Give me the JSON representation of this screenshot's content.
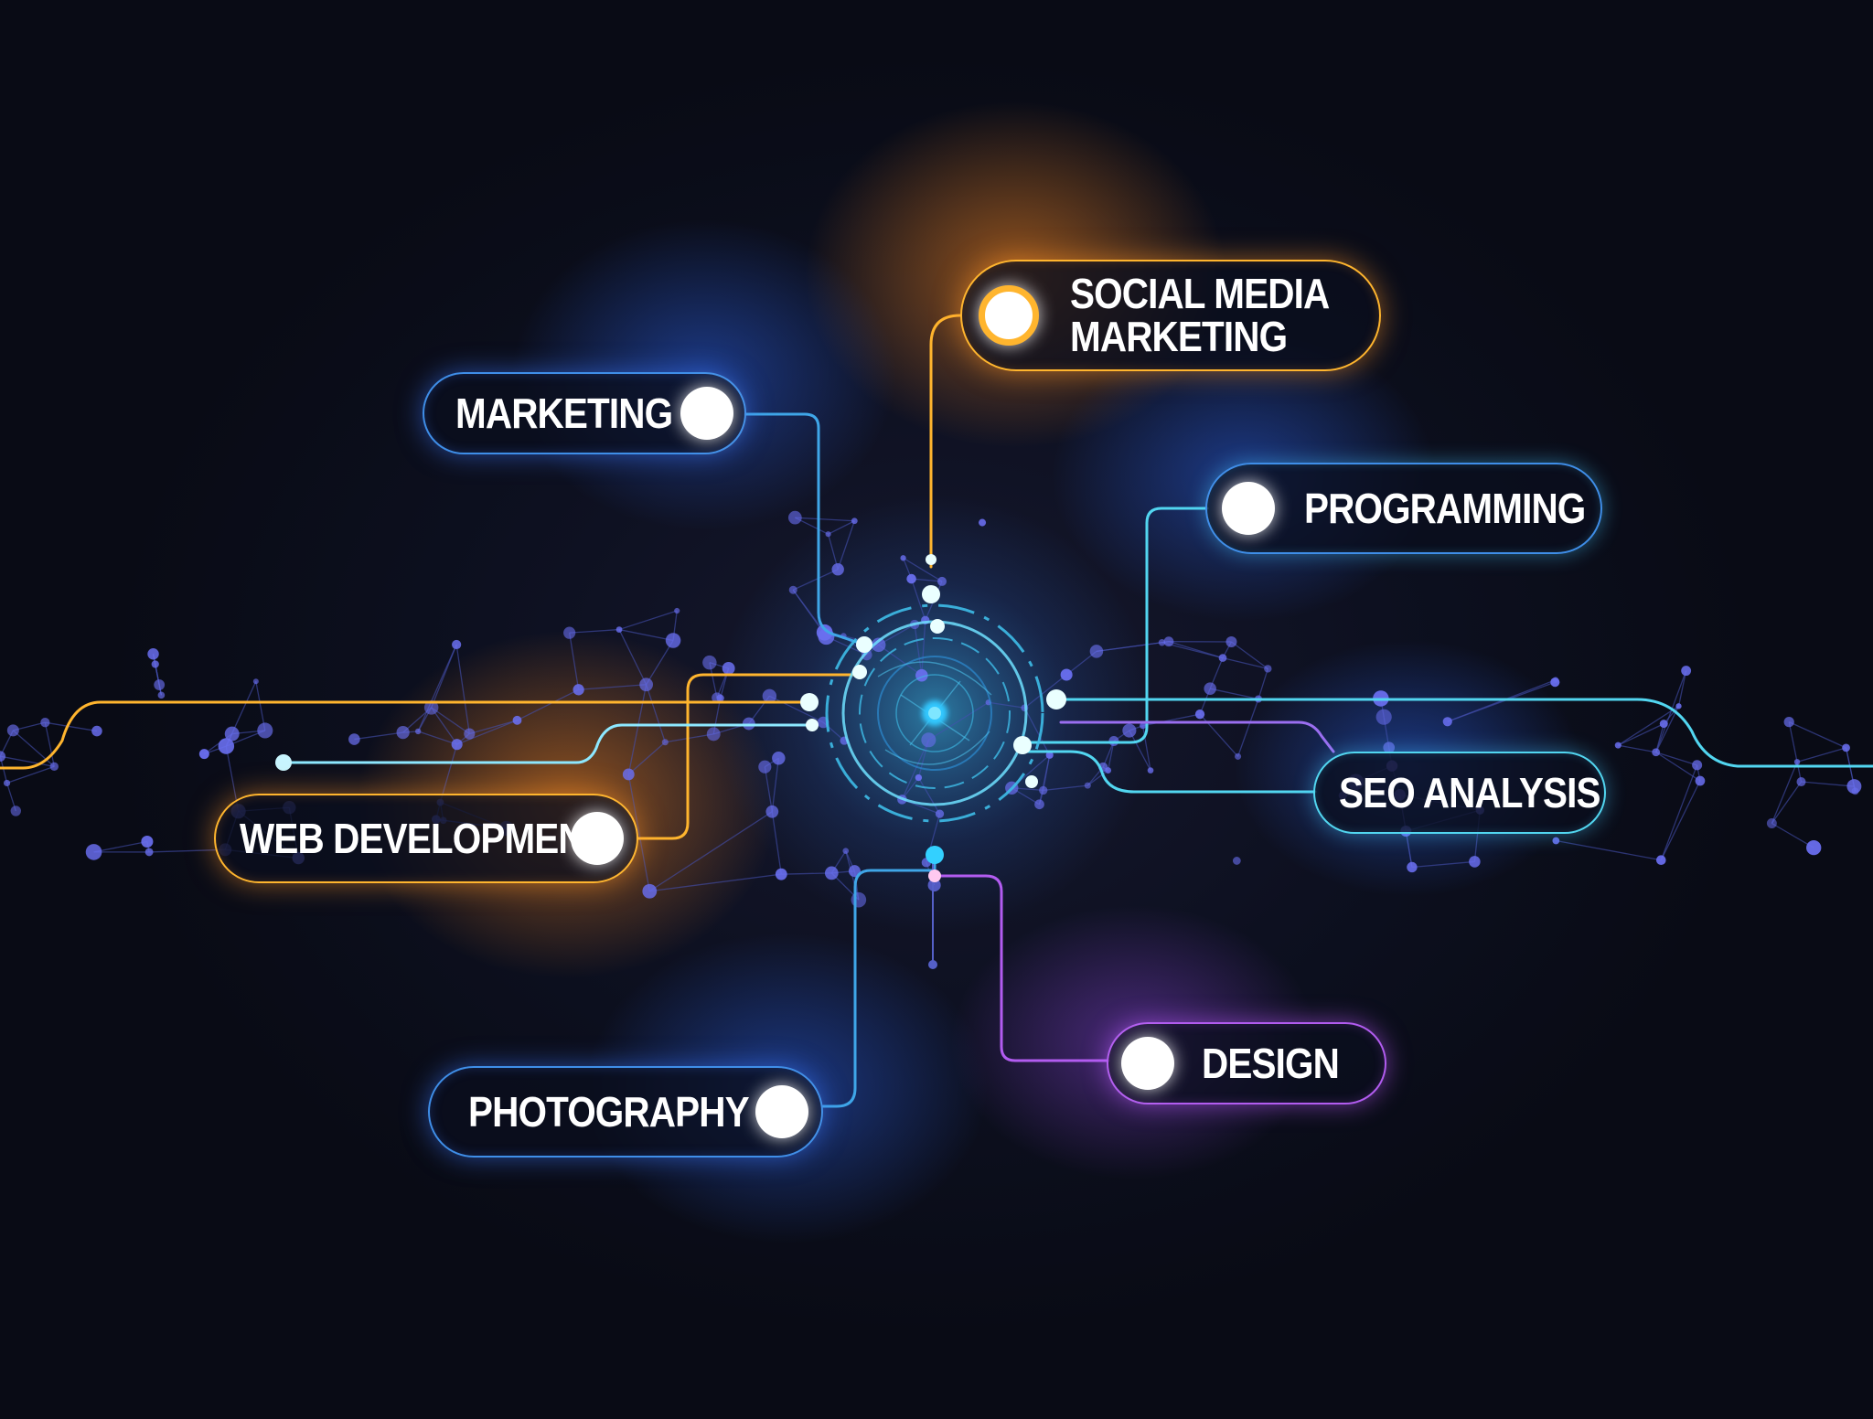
{
  "nodes": {
    "marketing": {
      "label": "MARKETING",
      "color": "#3f8ee8"
    },
    "social_media_marketing": {
      "label": "SOCIAL MEDIA\nMARKETING",
      "color": "#ffb52e"
    },
    "programming": {
      "label": "PROGRAMMING",
      "color": "#3f8ee8"
    },
    "web_development": {
      "label": "WEB DEVELOPMENT",
      "color": "#ffb52e"
    },
    "seo_analysis": {
      "label": "SEO ANALYSIS",
      "color": "#52d6f0"
    },
    "photography": {
      "label": "PHOTOGRAPHY",
      "color": "#3f8ee8"
    },
    "design": {
      "label": "DESIGN",
      "color": "#b25cf0"
    }
  },
  "colors": {
    "background": "#0b0e1a",
    "hub": "#4fd8ff",
    "network_dots": "#6a6ff0",
    "network_lines": "#4450b0"
  }
}
